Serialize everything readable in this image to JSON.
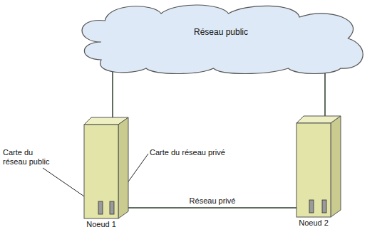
{
  "diagram": {
    "nodes": [
      {
        "text": [
          "Réseau public"
        ]
      },
      {
        "text": [
          "Noeud 1"
        ]
      },
      {
        "text": [
          "Noeud 2"
        ]
      }
    ],
    "edges": [
      {
        "from": 0,
        "to": 1,
        "arrow": "none"
      },
      {
        "from": 0,
        "to": 2,
        "arrow": "none"
      },
      {
        "from": 1,
        "to": 2,
        "label": "Réseau privé",
        "arrow": "none"
      }
    ],
    "labels": [
      "Carte du réseau public",
      "Carte du réseau privé"
    ]
  }
}
